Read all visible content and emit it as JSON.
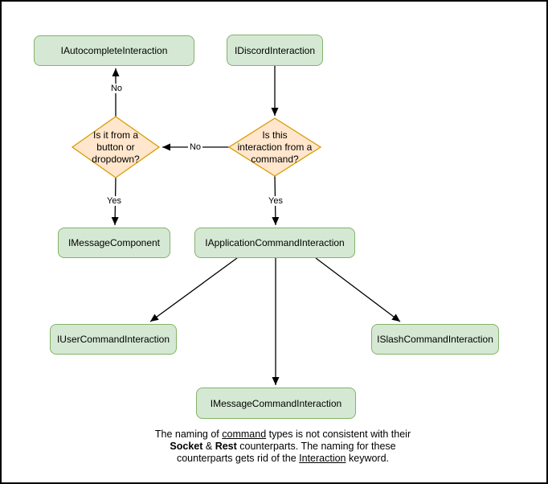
{
  "diagram": {
    "nodes": {
      "autocomplete": {
        "label": "IAutocompleteInteraction"
      },
      "discord": {
        "label": "IDiscordInteraction"
      },
      "message_component": {
        "label": "IMessageComponent"
      },
      "application_command": {
        "label": "IApplicationCommandInteraction"
      },
      "user_command": {
        "label": "IUserCommandInteraction"
      },
      "slash_command": {
        "label": "ISlashCommandInteraction"
      },
      "message_command": {
        "label": "IMessageCommandInteraction"
      }
    },
    "decisions": {
      "button_dropdown": {
        "label": "Is it from a\nbutton or\ndropdown?"
      },
      "from_command": {
        "label": "Is this\ninteraction from a\ncommand?"
      }
    },
    "edge_labels": {
      "no_to_autocomplete": "No",
      "no_to_button_dropdown": "No",
      "yes_to_message_component": "Yes",
      "yes_to_application_command": "Yes"
    },
    "colors": {
      "node_fill": "#d5e8d4",
      "node_stroke": "#82b366",
      "decision_fill": "#ffe6cc",
      "decision_stroke": "#d79b00",
      "arrow": "#000000",
      "background": "#ffffff",
      "frame_border": "#000000"
    },
    "footer": {
      "line1_pre": "The naming of ",
      "line1_underline": "command",
      "line1_post": " types is not consistent with their",
      "line2_bold1": "Socket",
      "line2_mid": " & ",
      "line2_bold2": "Rest",
      "line2_post": " counterparts. The naming for these",
      "line3_pre": "counterparts gets rid of the ",
      "line3_underline": "Interaction",
      "line3_post": " keyword."
    }
  }
}
